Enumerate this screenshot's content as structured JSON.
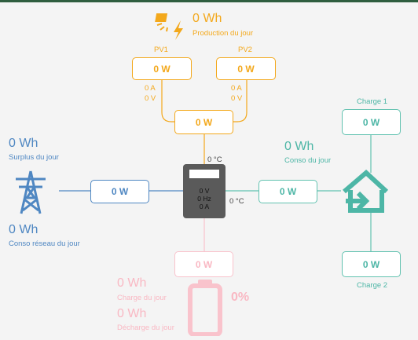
{
  "colors": {
    "solar": "#f3a81b",
    "grid": "#4f87c2",
    "home": "#4db6a6",
    "battery": "#f9b8c3",
    "inverter": "#5a5a5a",
    "header": "#2f5e3f"
  },
  "icons": {
    "solar": "solar-panel-icon",
    "grid": "power-pylon-icon",
    "home": "home-arrow-icon",
    "battery": "battery-icon"
  },
  "solar": {
    "power": "0 Wh",
    "label": "Production du jour"
  },
  "pv1": {
    "title": "PV1",
    "power": "0 W",
    "current": "0 A",
    "voltage": "0 V"
  },
  "pv2": {
    "title": "PV2",
    "power": "0 W",
    "current": "0 A",
    "voltage": "0 V"
  },
  "pv_total": "0 W",
  "grid": {
    "surplus_value": "0 Wh",
    "surplus_label": "Surplus du jour",
    "conso_value": "0 Wh",
    "conso_label": "Conso réseau du jour",
    "flow": "0 W"
  },
  "inverter": {
    "temp_top": "0 °C",
    "temp_side": "0 °C",
    "voltage": "0 V",
    "frequency": "0 Hz",
    "current": "0 A"
  },
  "home": {
    "conso_value": "0 Wh",
    "conso_label": "Conso du jour",
    "flow": "0 W"
  },
  "charge1": {
    "label": "Charge 1",
    "power": "0 W"
  },
  "charge2": {
    "label": "Charge 2",
    "power": "0 W"
  },
  "battery": {
    "flow": "0 W",
    "charge_value": "0 Wh",
    "charge_label": "Charge du jour",
    "discharge_value": "0 Wh",
    "discharge_label": "Décharge du jour",
    "soc": "0%"
  }
}
